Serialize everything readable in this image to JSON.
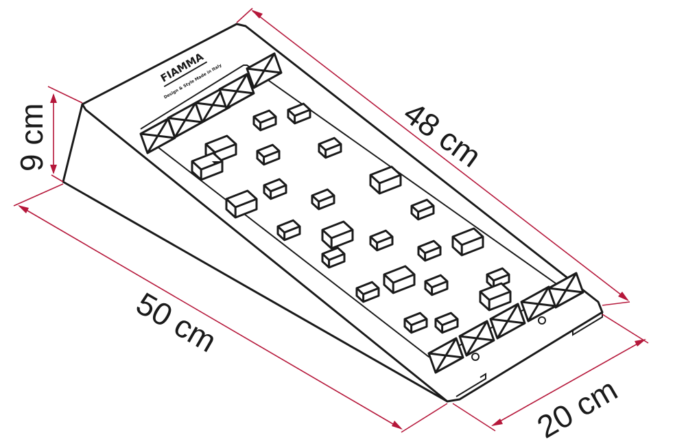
{
  "dimensions": {
    "height": "9 cm",
    "length_top": "48 cm",
    "length_bottom": "50 cm",
    "width": "20 cm"
  },
  "logo": {
    "brand": "FIAMMA",
    "tagline": "Design & Style Made in Italy"
  },
  "colors": {
    "dimension_line": "#b5173a",
    "outline": "#1a1a1a"
  }
}
